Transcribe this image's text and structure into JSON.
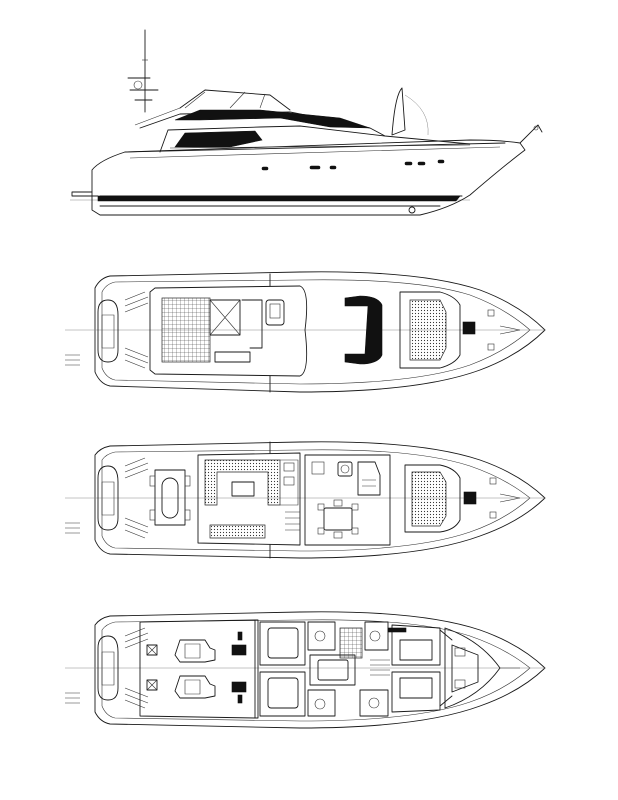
{
  "drawing": {
    "views": [
      {
        "id": "side-profile"
      },
      {
        "id": "flybridge-deck"
      },
      {
        "id": "main-deck"
      },
      {
        "id": "lower-deck"
      }
    ]
  },
  "colors": {
    "line": "#1a1a1a",
    "fill_dark": "#111111",
    "background": "#ffffff"
  }
}
